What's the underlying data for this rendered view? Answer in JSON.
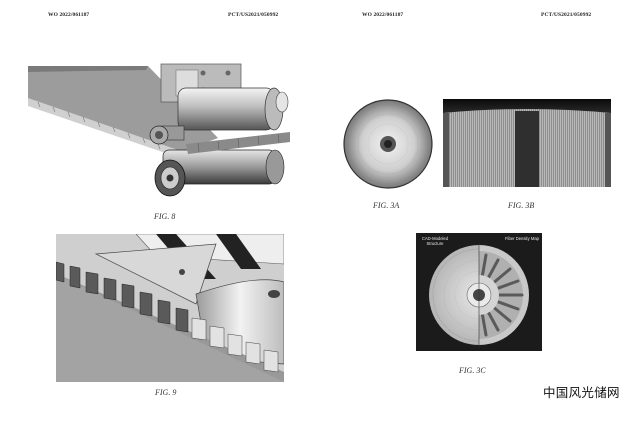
{
  "page": {
    "left_page": {
      "publication_no": "WO 2022/061187",
      "application_no": "PCT/US2021/050992"
    },
    "right_page": {
      "publication_no": "WO 2022/061187",
      "application_no": "PCT/US2021/050992"
    }
  },
  "figures": {
    "fig8": {
      "caption": "FIG. 8"
    },
    "fig9": {
      "caption": "FIG. 9"
    },
    "fig3a": {
      "caption": "FIG. 3A"
    },
    "fig3b": {
      "caption": "FIG. 3B"
    },
    "fig3c": {
      "caption": "FIG. 3C",
      "left_label": "CAD-Modeled Structure",
      "right_label": "Fiber Density Map"
    }
  },
  "watermark": {
    "text": "中国风光储网"
  }
}
